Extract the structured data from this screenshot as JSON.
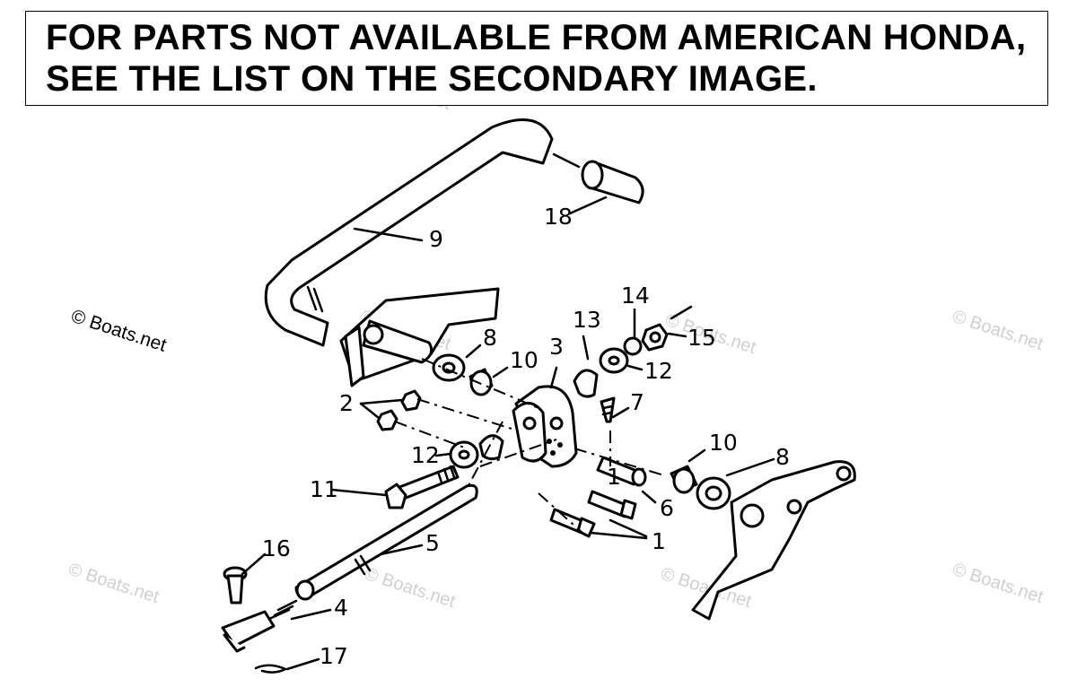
{
  "notice": {
    "line1": "FOR PARTS NOT AVAILABLE FROM AMERICAN HONDA,",
    "line2": "SEE THE LIST ON THE SECONDARY IMAGE."
  },
  "watermark": {
    "text": "© Boats.net"
  },
  "callouts": {
    "p1": "1",
    "p1b": "1",
    "p2": "2",
    "p3": "3",
    "p4": "4",
    "p5": "5",
    "p6": "6",
    "p7": "7",
    "p8a": "8",
    "p8b": "8",
    "p9": "9",
    "p10a": "10",
    "p10b": "10",
    "p11": "11",
    "p12a": "12",
    "p12b": "12",
    "p13": "13",
    "p14": "14",
    "p15": "15",
    "p16": "16",
    "p17": "17",
    "p18": "18"
  }
}
